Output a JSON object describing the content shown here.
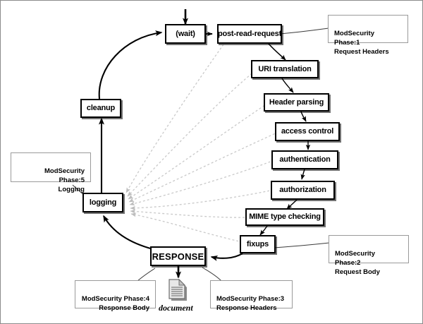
{
  "diagram": {
    "title": "Apache request processing phases with ModSecurity phases",
    "colors": {
      "node_border": "#000000",
      "note_border": "#9a9a9a",
      "flow_arrow": "#000000",
      "logging_dashed": "#c8c8c8",
      "canvas_border": "#8b8b8b",
      "background": "#ffffff"
    },
    "nodes": [
      {
        "id": "wait",
        "label": "(wait)"
      },
      {
        "id": "post-read-request",
        "label": "post-read-request"
      },
      {
        "id": "uri-translation",
        "label": "URI translation"
      },
      {
        "id": "header-parsing",
        "label": "Header parsing"
      },
      {
        "id": "access-control",
        "label": "access control"
      },
      {
        "id": "authentication",
        "label": "authentication"
      },
      {
        "id": "authorization",
        "label": "authorization"
      },
      {
        "id": "mime-type-checking",
        "label": "MIME type checking"
      },
      {
        "id": "fixups",
        "label": "fixups"
      },
      {
        "id": "response",
        "label": "RESPONSE"
      },
      {
        "id": "logging",
        "label": "logging"
      },
      {
        "id": "cleanup",
        "label": "cleanup"
      }
    ],
    "notes": [
      {
        "id": "phase1",
        "line1": "ModSecurity Phase:1",
        "line2": "Request Headers",
        "text": "ModSecurity Phase:1\nRequest Headers"
      },
      {
        "id": "phase2",
        "line1": "ModSecurity Phase:2",
        "line2": "Request Body",
        "text": "ModSecurity Phase:2\nRequest Body"
      },
      {
        "id": "phase3",
        "line1": "ModSecurity Phase:3",
        "line2": "Response Headers",
        "text": "ModSecurity Phase:3\nResponse Headers"
      },
      {
        "id": "phase4",
        "line1": "ModSecurity Phase:4",
        "line2": "Response Body",
        "text": "ModSecurity Phase:4\nResponse Body"
      },
      {
        "id": "phase5",
        "line1": "ModSecurity Phase:5",
        "line2": "Logging",
        "text": "ModSecurity Phase:5\nLogging"
      }
    ],
    "document": {
      "label": "document",
      "icon": "document-icon"
    },
    "flow_order": [
      "wait",
      "post-read-request",
      "URI translation",
      "Header parsing",
      "access control",
      "authentication",
      "authorization",
      "MIME type checking",
      "fixups",
      "RESPONSE",
      "logging",
      "cleanup"
    ],
    "logging_sources": [
      "post-read-request",
      "URI translation",
      "Header parsing",
      "access control",
      "authentication",
      "authorization",
      "MIME type checking",
      "fixups"
    ]
  }
}
